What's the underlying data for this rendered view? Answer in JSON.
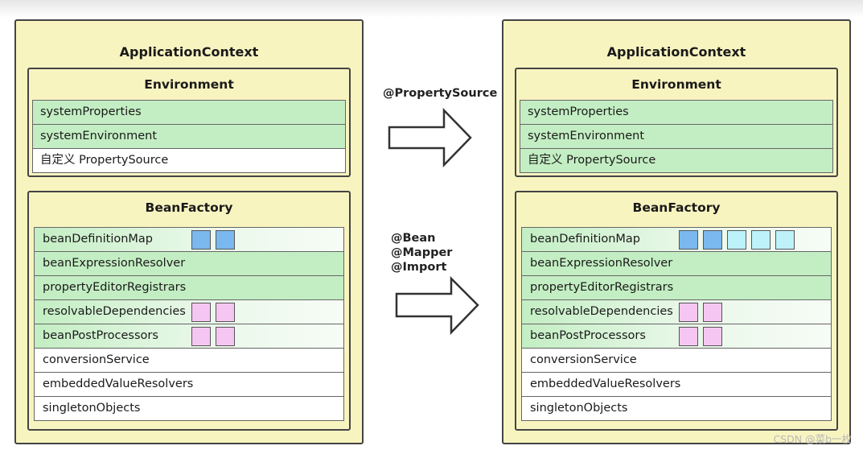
{
  "diagram": {
    "left": {
      "title": "ApplicationContext",
      "environment": {
        "title": "Environment",
        "rows": [
          {
            "label": "systemProperties",
            "style": "green"
          },
          {
            "label": "systemEnvironment",
            "style": "green"
          },
          {
            "label": "自定义 PropertySource",
            "style": "white"
          }
        ]
      },
      "beanfactory": {
        "title": "BeanFactory",
        "rows": [
          {
            "label": "beanDefinitionMap",
            "style": "fade",
            "squares": [
              "#7ab8ee",
              "#7ab8ee"
            ]
          },
          {
            "label": "beanExpressionResolver",
            "style": "green",
            "squares": []
          },
          {
            "label": "propertyEditorRegistrars",
            "style": "green",
            "squares": []
          },
          {
            "label": "resolvableDependencies",
            "style": "fade",
            "squares": [
              "#f6c6f2",
              "#f6c6f2"
            ]
          },
          {
            "label": "beanPostProcessors",
            "style": "fade",
            "squares": [
              "#f6c6f2",
              "#f6c6f2"
            ]
          },
          {
            "label": "conversionService",
            "style": "white",
            "squares": []
          },
          {
            "label": "embeddedValueResolvers",
            "style": "white",
            "squares": []
          },
          {
            "label": "singletonObjects",
            "style": "white",
            "squares": []
          }
        ]
      }
    },
    "right": {
      "title": "ApplicationContext",
      "environment": {
        "title": "Environment",
        "rows": [
          {
            "label": "systemProperties",
            "style": "green"
          },
          {
            "label": "systemEnvironment",
            "style": "green"
          },
          {
            "label": "自定义 PropertySource",
            "style": "green"
          }
        ]
      },
      "beanfactory": {
        "title": "BeanFactory",
        "rows": [
          {
            "label": "beanDefinitionMap",
            "style": "fade",
            "squares": [
              "#7ab8ee",
              "#7ab8ee",
              "#bdf2fb",
              "#bdf2fb",
              "#bdf2fb"
            ]
          },
          {
            "label": "beanExpressionResolver",
            "style": "green",
            "squares": []
          },
          {
            "label": "propertyEditorRegistrars",
            "style": "green",
            "squares": []
          },
          {
            "label": "resolvableDependencies",
            "style": "fade",
            "squares": [
              "#f6c6f2",
              "#f6c6f2"
            ]
          },
          {
            "label": "beanPostProcessors",
            "style": "fade",
            "squares": [
              "#f6c6f2",
              "#f6c6f2"
            ]
          },
          {
            "label": "conversionService",
            "style": "white",
            "squares": []
          },
          {
            "label": "embeddedValueResolvers",
            "style": "white",
            "squares": []
          },
          {
            "label": "singletonObjects",
            "style": "white",
            "squares": []
          }
        ]
      }
    },
    "arrows": {
      "top_label": "@PropertySource",
      "bottom_labels": [
        "@Bean",
        "@Mapper",
        "@Import"
      ]
    }
  },
  "watermark": "CSDN @菜b一枚"
}
